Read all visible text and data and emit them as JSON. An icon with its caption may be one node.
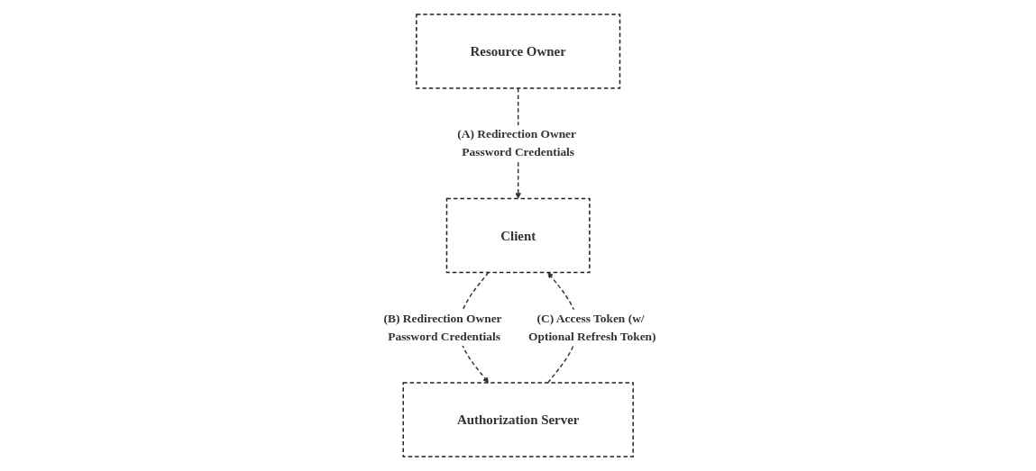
{
  "diagram": {
    "nodes": [
      {
        "text": [
          "Resource Owner"
        ]
      },
      {
        "text": [
          "Client"
        ]
      },
      {
        "text": [
          "Authorization Server"
        ]
      }
    ],
    "edges": [
      {
        "from": 0,
        "to": 1,
        "arrow": "to",
        "style": "dashed",
        "label": "(A) Redirection Owner Password Credentials"
      },
      {
        "from": 1,
        "to": 2,
        "arrow": "to",
        "style": "dashed",
        "label": "(B) Redirection Owner Password Credentials"
      },
      {
        "from": 2,
        "to": 1,
        "arrow": "to",
        "style": "dashed",
        "label": "(C) Access Token (w/ Optional Refresh Token)"
      }
    ]
  }
}
